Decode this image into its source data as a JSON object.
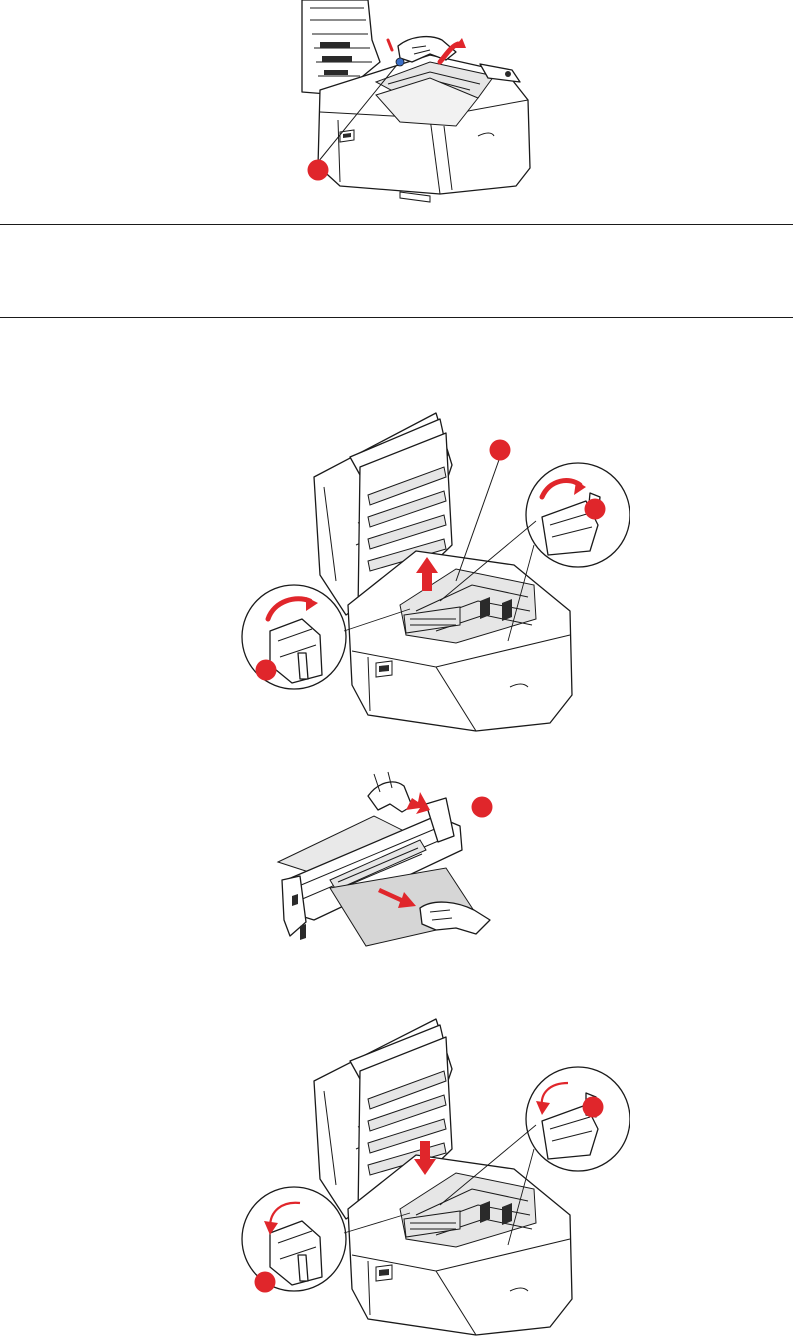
{
  "page": {
    "title": "",
    "figures": [
      {
        "name": "figure-release-duplex-lever",
        "callouts": 1
      },
      {
        "name": "figure-lift-fuser-locks",
        "callouts": 3
      },
      {
        "name": "figure-remove-paper-from-fuser",
        "callouts": 1
      },
      {
        "name": "figure-refit-fuser-locks",
        "callouts": 2
      }
    ]
  },
  "colors": {
    "callout": "#e0262b",
    "arrow": "#e0262b",
    "rule": "#1a1a1a",
    "line_art": "#1a1a1a"
  },
  "icons": [
    "red-callout-marker",
    "red-direction-arrow",
    "printer-illustration",
    "fuser-unit-illustration",
    "hand-illustration"
  ]
}
